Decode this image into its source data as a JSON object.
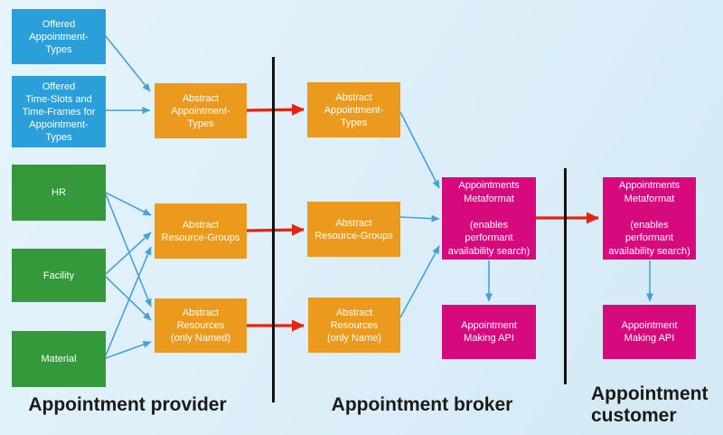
{
  "diagram": {
    "sections": {
      "provider": {
        "label": "Appointment provider"
      },
      "broker": {
        "label": "Appointment broker"
      },
      "customer": {
        "label": "Appointment customer"
      }
    },
    "boxes": {
      "offered_appointment_types": {
        "label": "Offered\nAppointment-\nTypes"
      },
      "offered_time_slots": {
        "label": "Offered\nTime-Slots and\nTime-Frames for\nAppointment-\nTypes"
      },
      "hr": {
        "label": "HR"
      },
      "facility": {
        "label": "Facility"
      },
      "material": {
        "label": "Material"
      },
      "abstract_appointment_types_provider": {
        "label": "Abstract\nAppointment-\nTypes"
      },
      "abstract_resource_groups_provider": {
        "label": "Abstract\nResource-Groups"
      },
      "abstract_resources_provider": {
        "label": "Abstract\nResources\n(only Named)"
      },
      "abstract_appointment_types_broker": {
        "label": "Abstract\nAppointment-\nTypes"
      },
      "abstract_resource_groups_broker": {
        "label": "Abstract\nResource-Groups"
      },
      "abstract_resources_broker": {
        "label": "Abstract\nResources\n(only Name)"
      },
      "appointments_metaformat_broker": {
        "label": "Appointments\nMetaformat\n\n(enables\nperformant\navailability search)"
      },
      "appointment_making_api_broker": {
        "label": "Appointment\nMaking API"
      },
      "appointments_metaformat_customer": {
        "label": "Appointments\nMetaformat\n\n(enables\nperformant\navailability search)"
      },
      "appointment_making_api_customer": {
        "label": "Appointment\nMaking API"
      }
    },
    "colors": {
      "blue_box": "#2b9fd9",
      "green_box": "#33993b",
      "orange_box": "#ec9a1d",
      "magenta_box": "#d60a7d",
      "blue_arrow": "#41a2dc",
      "red_arrow": "#e8230d",
      "divider": "#121212",
      "box_text": "#ffffff",
      "section_label_text": "#1a1a1a",
      "background": "#ddeff9"
    }
  }
}
